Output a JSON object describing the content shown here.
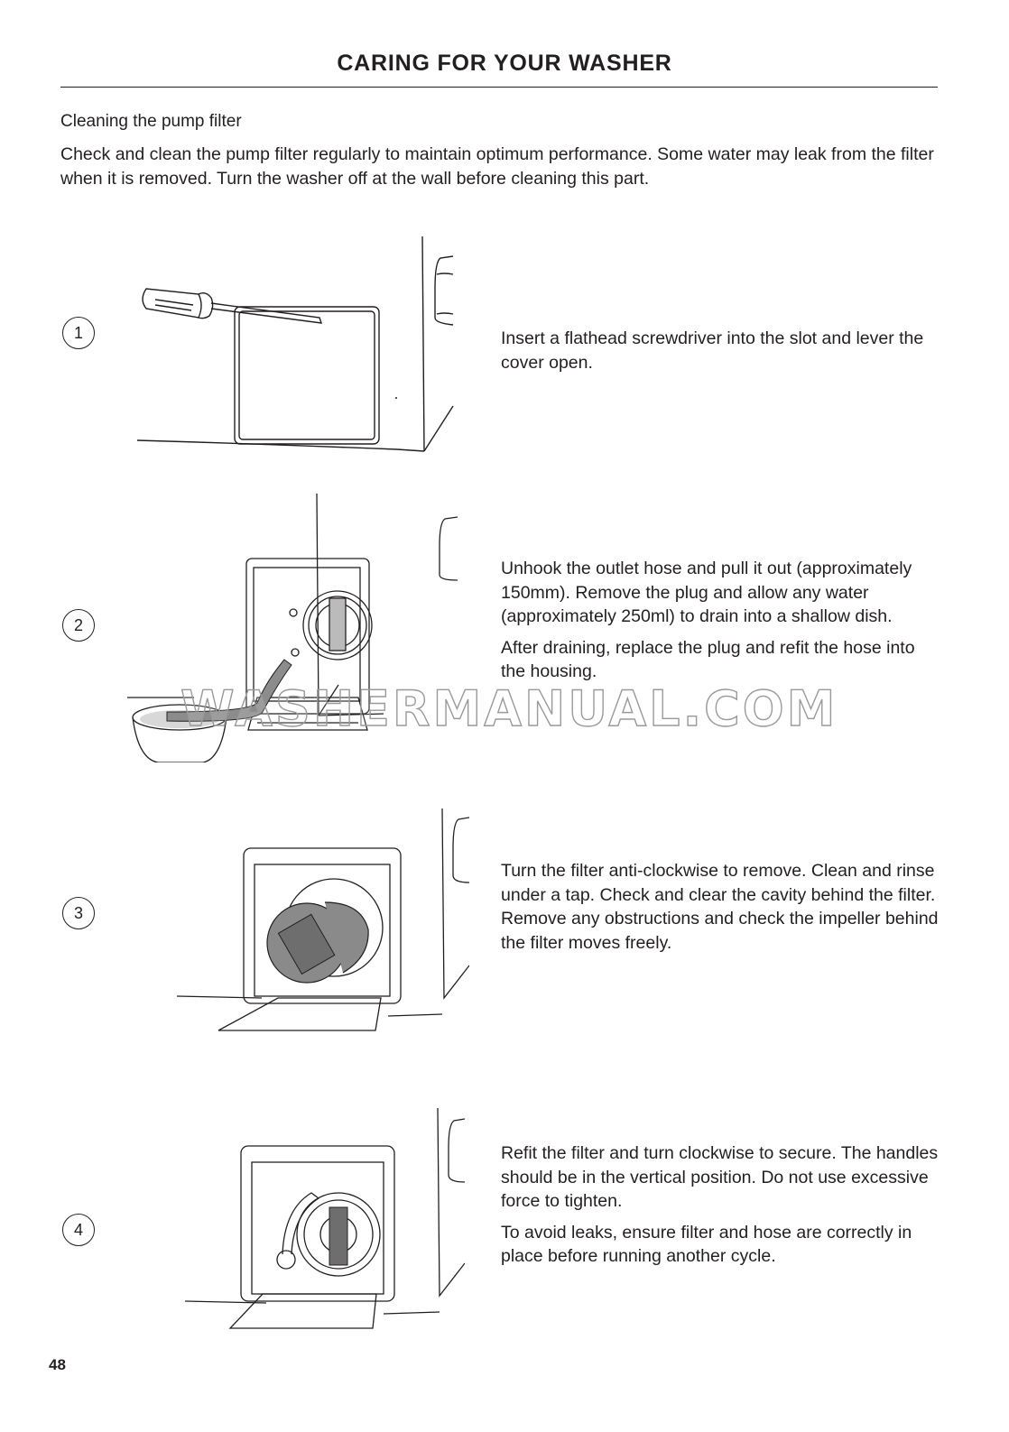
{
  "page": {
    "title": "CARING FOR YOUR WASHER",
    "section_heading": "Cleaning the pump filter",
    "intro": "Check and clean the pump filter regularly to maintain optimum performance. Some water may leak from the filter when it is removed. Turn the washer off at the wall before cleaning this part.",
    "page_number": "48",
    "watermark": "WASHERMANUAL.COM"
  },
  "steps": [
    {
      "number": "1",
      "paragraphs": [
        "Insert a flathead screwdriver into the slot and lever the cover open."
      ],
      "illustration": "screwdriver-lever-cover"
    },
    {
      "number": "2",
      "paragraphs": [
        "Unhook the outlet hose and pull it out (approximately 150mm). Remove the plug and allow any water (approximately 250ml) to drain into a shallow dish.",
        "After draining, replace the plug and refit the hose into the housing."
      ],
      "illustration": "drain-hose-into-dish"
    },
    {
      "number": "3",
      "paragraphs": [
        "Turn the filter anti-clockwise to remove. Clean and rinse under a tap. Check and clear the cavity behind the filter. Remove any obstructions and check the impeller behind the filter moves freely."
      ],
      "illustration": "filter-removed"
    },
    {
      "number": "4",
      "paragraphs": [
        "Refit the filter and turn clockwise to secure. The handles should be in the vertical position. Do not use excessive force to tighten.",
        "To avoid leaks, ensure filter and hose are correctly in place before running another cycle."
      ],
      "illustration": "filter-refitted"
    }
  ],
  "colors": {
    "text": "#231f20",
    "filter_grey": "#8a8a8a",
    "hose_grey": "#8c8c8c"
  }
}
